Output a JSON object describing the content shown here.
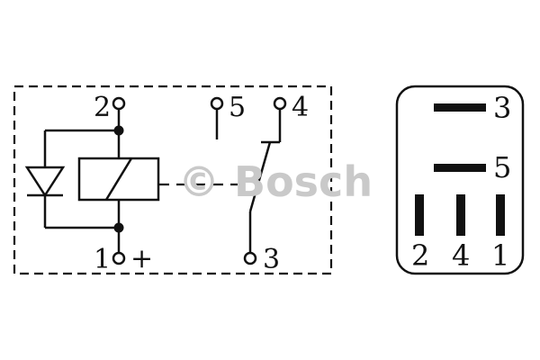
{
  "schematic": {
    "terminal_labels": {
      "t2": "2",
      "t5": "5",
      "t4": "4",
      "t1": "1",
      "plus": "+",
      "t3": "3"
    }
  },
  "connector": {
    "pin_labels": {
      "p3": "3",
      "p5": "5",
      "p2": "2",
      "p4": "4",
      "p1": "1"
    }
  },
  "watermark": {
    "text": "© Bosch",
    "color": "#c9c9c9"
  },
  "colors": {
    "line": "#111111",
    "background": "#ffffff"
  }
}
